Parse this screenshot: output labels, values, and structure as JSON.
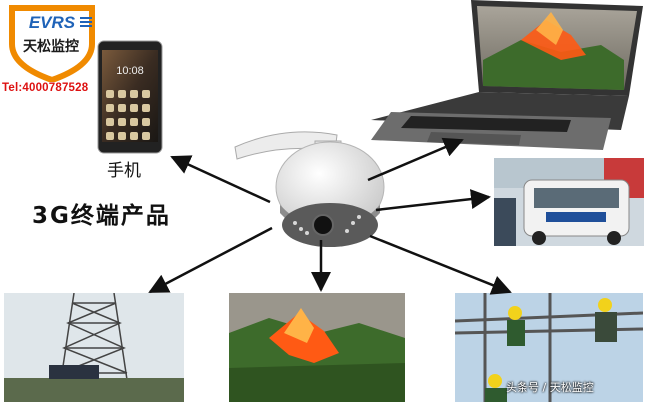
{
  "brand": {
    "logo_text": "EVRS",
    "name_cn": "天松监控",
    "tel": "Tel:4000787528"
  },
  "labels": {
    "phone_caption": "手机",
    "product_title": "3G终端产品"
  },
  "watermark": "头条号 / 天松监控",
  "colors": {
    "logo_orange": "#f08a00",
    "tel_red": "#dd1111",
    "fire": "#ff5a14",
    "forest": "#3d6b2b"
  },
  "icons": [
    "shield-logo-icon",
    "smartphone-icon",
    "laptop-icon",
    "ptz-dome-camera-icon"
  ]
}
